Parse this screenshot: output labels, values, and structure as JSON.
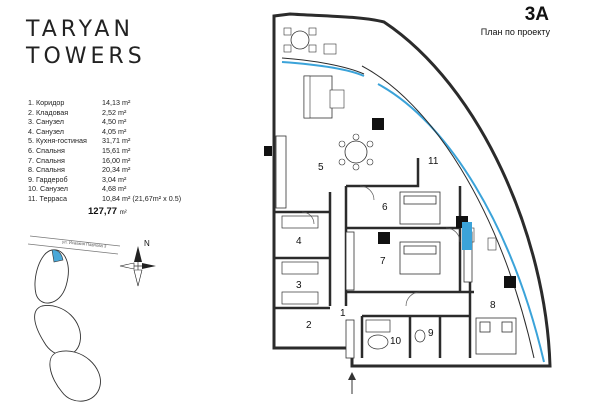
{
  "brand": {
    "line1": "TARYAN",
    "line2": "TOWERS"
  },
  "plan": {
    "id": "3A",
    "subtitle": "План по проекту"
  },
  "rooms": [
    {
      "name": "1. Коридор",
      "area": "14,13 m²"
    },
    {
      "name": "2. Кладовая",
      "area": "2,52 m²"
    },
    {
      "name": "3. Санузел",
      "area": "4,50 m²"
    },
    {
      "name": "4. Санузел",
      "area": "4,05 m²"
    },
    {
      "name": "5. Кухня-гостиная",
      "area": "31,71 m²"
    },
    {
      "name": "6. Спальня",
      "area": "15,61 m²"
    },
    {
      "name": "7. Спальня",
      "area": "16,00 m²"
    },
    {
      "name": "8. Спальня",
      "area": "20,34 m²"
    },
    {
      "name": "9. Гардероб",
      "area": "3,04 m²"
    },
    {
      "name": "10. Санузел",
      "area": "4,68 m²"
    },
    {
      "name": "11. Терраса",
      "area": "10,84 m² (21,67m² x 0.5)"
    }
  ],
  "total": {
    "value": "127,77",
    "unit": "m²"
  },
  "site_map": {
    "street": "ул. Исаакия Павлова 3",
    "compass": "N"
  },
  "room_labels": [
    "1",
    "2",
    "3",
    "4",
    "5",
    "6",
    "7",
    "8",
    "9",
    "10",
    "11"
  ],
  "colors": {
    "accent": "#4aa8d8",
    "wall": "#2b2b2b",
    "column": "#111111",
    "highlight": "#3ba3d9"
  }
}
